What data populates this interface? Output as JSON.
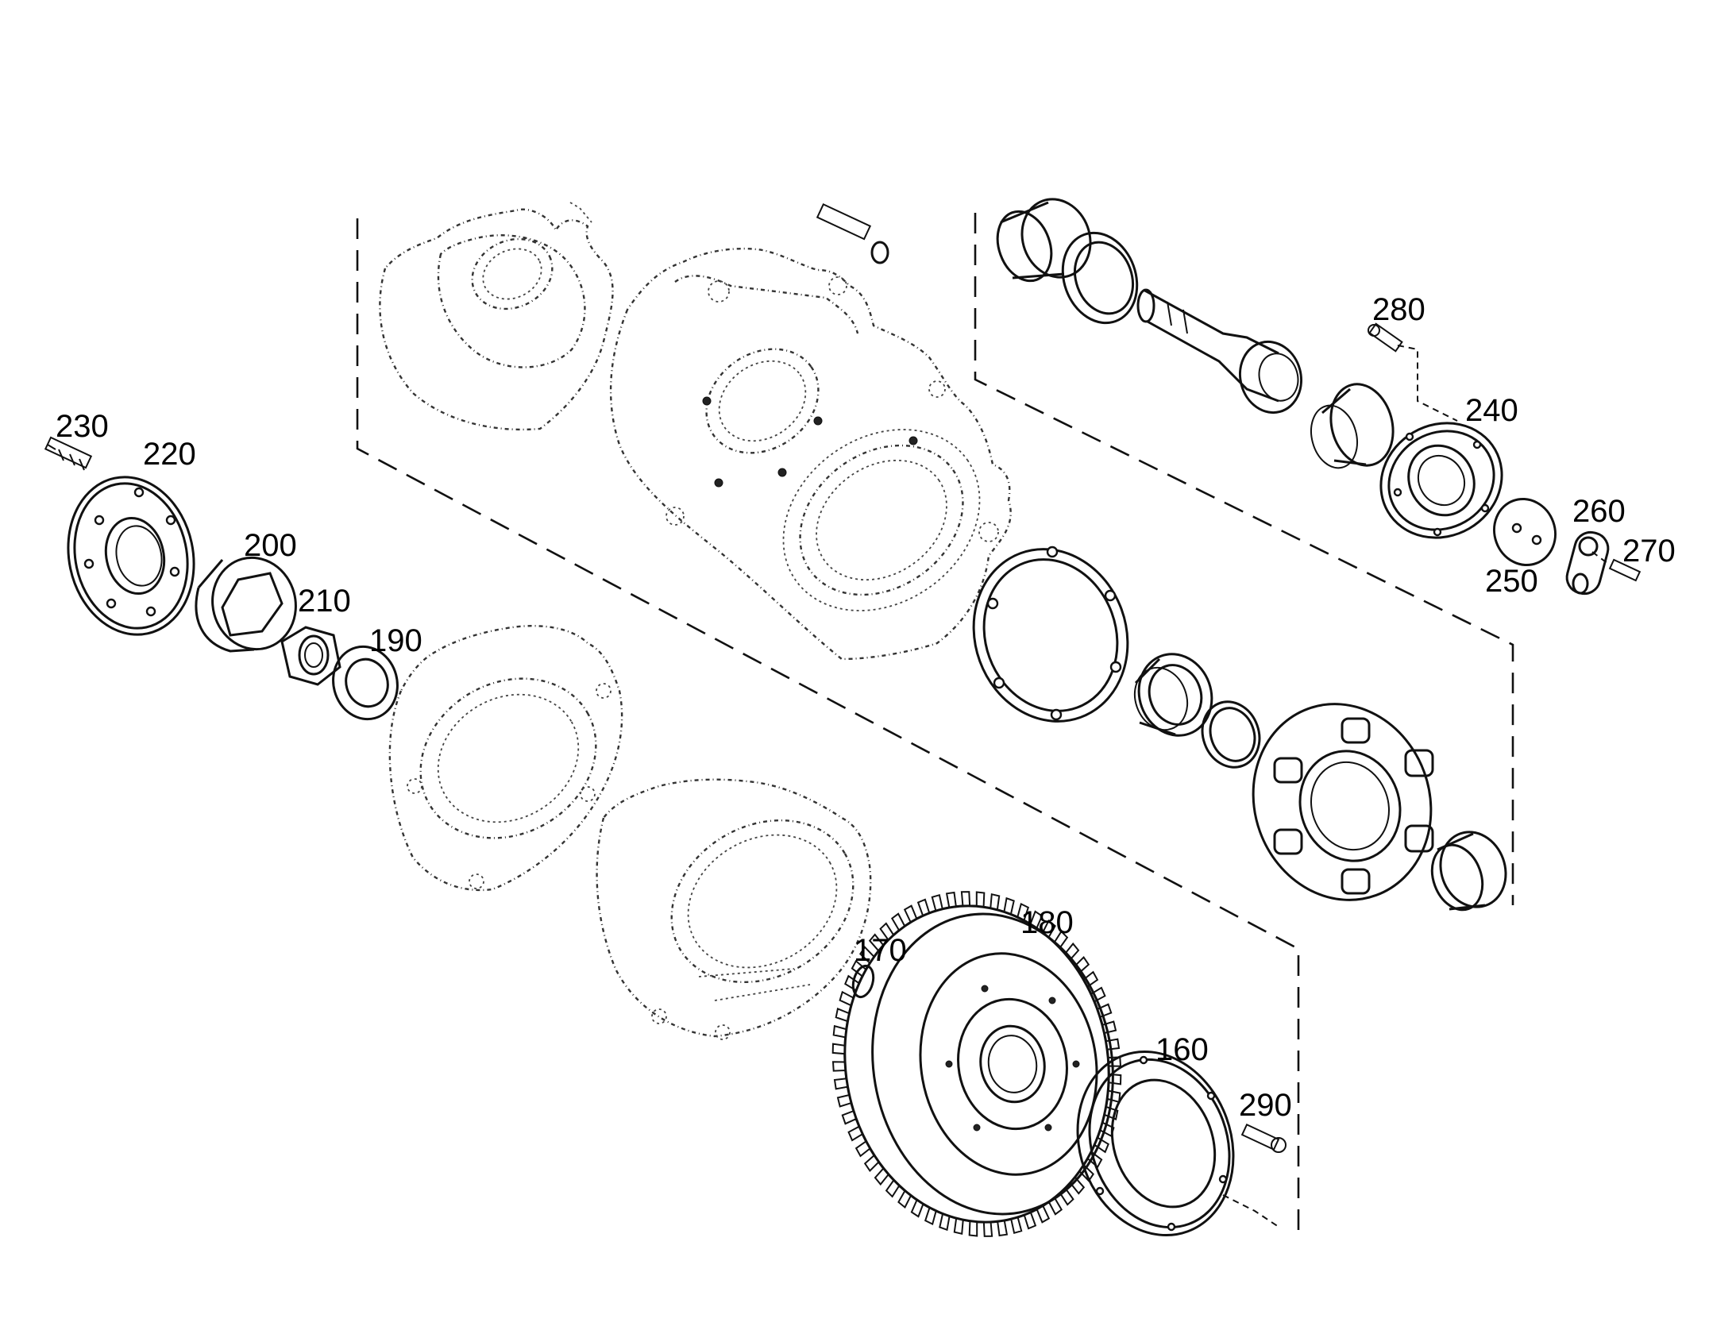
{
  "parts": [
    {
      "id": "160",
      "label": "160"
    },
    {
      "id": "170",
      "label": "170"
    },
    {
      "id": "180",
      "label": "180"
    },
    {
      "id": "190",
      "label": "190"
    },
    {
      "id": "200",
      "label": "200"
    },
    {
      "id": "210",
      "label": "210"
    },
    {
      "id": "220",
      "label": "220"
    },
    {
      "id": "230",
      "label": "230"
    },
    {
      "id": "240",
      "label": "240"
    },
    {
      "id": "250",
      "label": "250"
    },
    {
      "id": "260",
      "label": "260"
    },
    {
      "id": "270",
      "label": "270"
    },
    {
      "id": "280",
      "label": "280"
    },
    {
      "id": "290",
      "label": "290"
    }
  ]
}
